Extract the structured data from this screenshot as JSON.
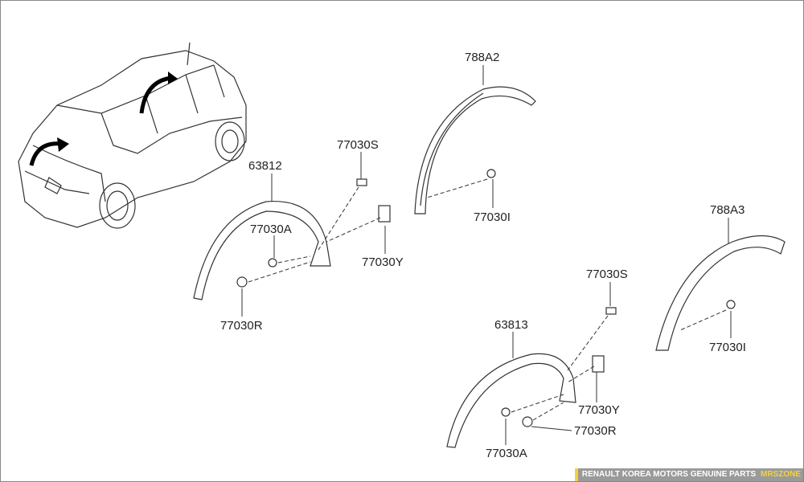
{
  "callouts": [
    {
      "id": "788A2",
      "label": "788A2"
    },
    {
      "id": "77030S_top",
      "label": "77030S"
    },
    {
      "id": "63812",
      "label": "63812"
    },
    {
      "id": "77030A_left",
      "label": "77030A"
    },
    {
      "id": "77030Y_left",
      "label": "77030Y"
    },
    {
      "id": "77030I_top",
      "label": "77030I"
    },
    {
      "id": "77030R_left",
      "label": "77030R"
    },
    {
      "id": "788A3",
      "label": "788A3"
    },
    {
      "id": "77030S_right",
      "label": "77030S"
    },
    {
      "id": "63813",
      "label": "63813"
    },
    {
      "id": "77030I_right",
      "label": "77030I"
    },
    {
      "id": "77030Y_right",
      "label": "77030Y"
    },
    {
      "id": "77030R_right",
      "label": "77030R"
    },
    {
      "id": "77030A_right",
      "label": "77030A"
    }
  ],
  "footer": {
    "text": "RENAULT KOREA MOTORS GENUINE PARTS",
    "brand": "MRSZONE"
  },
  "colors": {
    "line": "#333333",
    "footer_bg": "#9a9a9a",
    "accent": "#f5d23a"
  }
}
